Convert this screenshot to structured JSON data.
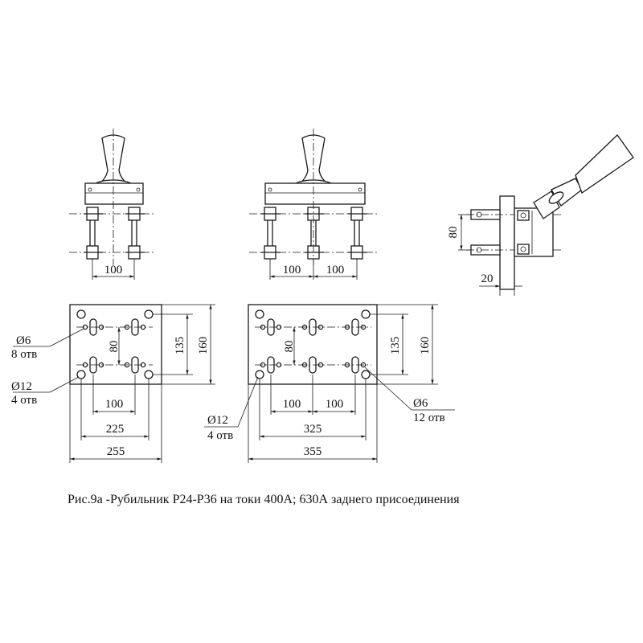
{
  "caption": "Рис.9а -Рубильник Р24-Р36 на токи 400А; 630А заднего присоединения",
  "views": {
    "front_2pole": {
      "dim_pitch": "100"
    },
    "front_3pole": {
      "dim_pitch_1": "100",
      "dim_pitch_2": "100"
    },
    "side": {
      "dim_height": "80",
      "dim_depth": "20"
    },
    "plan_2pole": {
      "hole_small_size": "Ø6",
      "hole_small_count": "8 отв",
      "hole_large_size": "Ø12",
      "hole_large_count": "4 отв",
      "dim_inner_v": "80",
      "dim_mid_v": "135",
      "dim_outer_v": "160",
      "dim_pitch": "100",
      "dim_mount": "225",
      "dim_width": "255"
    },
    "plan_3pole": {
      "hole_small_size": "Ø6",
      "hole_small_count": "12 отв",
      "hole_large_size": "Ø12",
      "hole_large_count": "4 отв",
      "dim_inner_v": "80",
      "dim_mid_v": "135",
      "dim_outer_v": "160",
      "dim_pitch_1": "100",
      "dim_pitch_2": "100",
      "dim_mount": "325",
      "dim_width": "355"
    }
  },
  "colors": {
    "line": "#1a1a1a",
    "background": "#ffffff"
  }
}
